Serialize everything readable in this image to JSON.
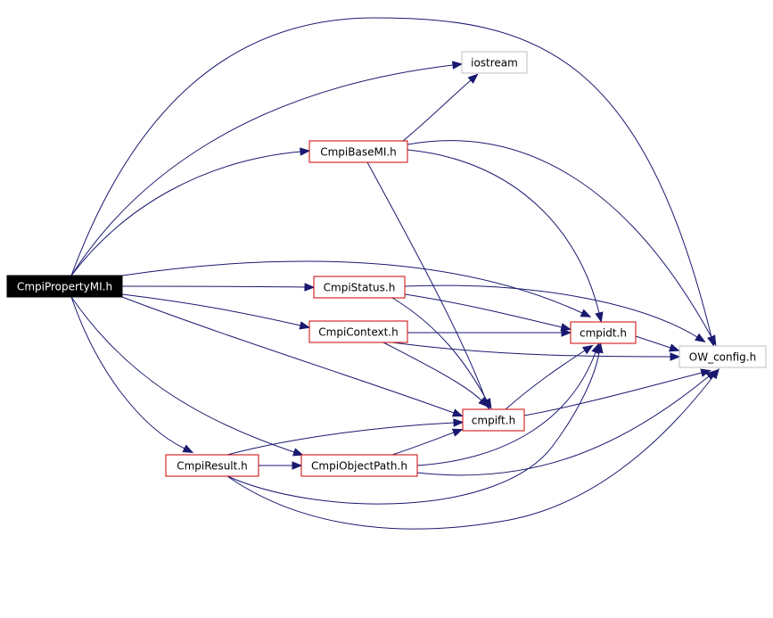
{
  "colors": {
    "edge": "#191970",
    "root_fill": "#000000",
    "root_text": "#ffffff",
    "documented_border": "#cc0000",
    "external_border": "#bfbfbf",
    "text": "#000000"
  },
  "nodes": [
    {
      "id": "CmpiPropertyMI",
      "label": "CmpiPropertyMI.h",
      "kind": "root"
    },
    {
      "id": "iostream",
      "label": "iostream",
      "kind": "external"
    },
    {
      "id": "CmpiBaseMI",
      "label": "CmpiBaseMI.h",
      "kind": "documented"
    },
    {
      "id": "CmpiStatus",
      "label": "CmpiStatus.h",
      "kind": "documented"
    },
    {
      "id": "CmpiContext",
      "label": "CmpiContext.h",
      "kind": "documented"
    },
    {
      "id": "cmpidt",
      "label": "cmpidt.h",
      "kind": "documented"
    },
    {
      "id": "OW_config",
      "label": "OW_config.h",
      "kind": "external"
    },
    {
      "id": "cmpift",
      "label": "cmpift.h",
      "kind": "documented"
    },
    {
      "id": "CmpiResult",
      "label": "CmpiResult.h",
      "kind": "documented"
    },
    {
      "id": "CmpiObjectPath",
      "label": "CmpiObjectPath.h",
      "kind": "documented"
    }
  ],
  "edges": [
    {
      "from": "CmpiPropertyMI",
      "to": "iostream"
    },
    {
      "from": "CmpiPropertyMI",
      "to": "OW_config"
    },
    {
      "from": "CmpiPropertyMI",
      "to": "CmpiBaseMI"
    },
    {
      "from": "CmpiPropertyMI",
      "to": "cmpidt"
    },
    {
      "from": "CmpiPropertyMI",
      "to": "CmpiStatus"
    },
    {
      "from": "CmpiPropertyMI",
      "to": "CmpiContext"
    },
    {
      "from": "CmpiPropertyMI",
      "to": "cmpift"
    },
    {
      "from": "CmpiPropertyMI",
      "to": "CmpiResult"
    },
    {
      "from": "CmpiPropertyMI",
      "to": "CmpiObjectPath"
    },
    {
      "from": "CmpiBaseMI",
      "to": "iostream"
    },
    {
      "from": "CmpiBaseMI",
      "to": "OW_config"
    },
    {
      "from": "CmpiBaseMI",
      "to": "cmpidt"
    },
    {
      "from": "CmpiBaseMI",
      "to": "cmpift"
    },
    {
      "from": "CmpiStatus",
      "to": "OW_config"
    },
    {
      "from": "CmpiStatus",
      "to": "cmpidt"
    },
    {
      "from": "CmpiStatus",
      "to": "cmpift"
    },
    {
      "from": "CmpiContext",
      "to": "cmpidt"
    },
    {
      "from": "CmpiContext",
      "to": "OW_config"
    },
    {
      "from": "CmpiContext",
      "to": "cmpift"
    },
    {
      "from": "cmpidt",
      "to": "OW_config"
    },
    {
      "from": "cmpift",
      "to": "cmpidt"
    },
    {
      "from": "cmpift",
      "to": "OW_config"
    },
    {
      "from": "CmpiResult",
      "to": "CmpiObjectPath"
    },
    {
      "from": "CmpiResult",
      "to": "cmpift"
    },
    {
      "from": "CmpiResult",
      "to": "cmpidt"
    },
    {
      "from": "CmpiResult",
      "to": "OW_config"
    },
    {
      "from": "CmpiObjectPath",
      "to": "cmpift"
    },
    {
      "from": "CmpiObjectPath",
      "to": "cmpidt"
    },
    {
      "from": "CmpiObjectPath",
      "to": "OW_config"
    }
  ]
}
